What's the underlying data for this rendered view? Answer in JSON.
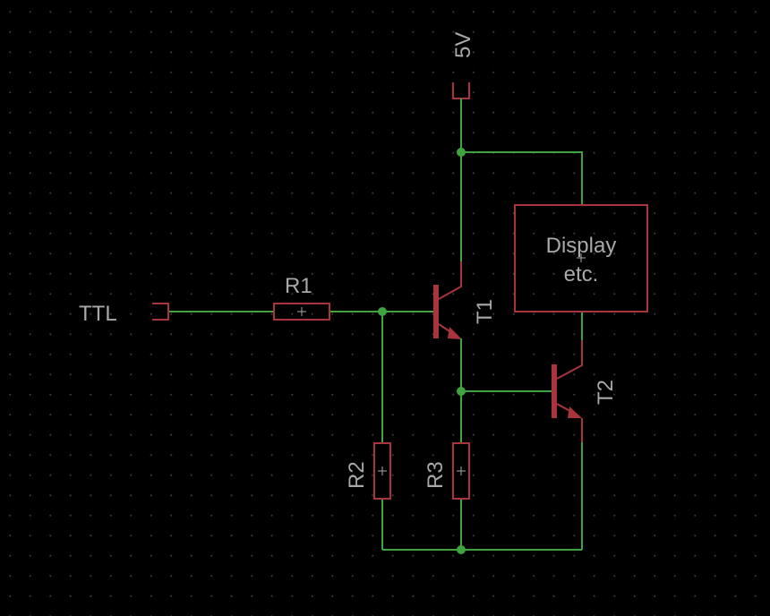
{
  "labels": {
    "supply": "5V",
    "input": "TTL",
    "r1": "R1",
    "r2": "R2",
    "r3": "R3",
    "t1": "T1",
    "t2": "T2",
    "load_line1": "Display",
    "load_line2": "etc."
  },
  "colors": {
    "background": "#000000",
    "wire": "#3fa33f",
    "component": "#a8343c",
    "text": "#a9a9a9",
    "grid_dot": "#3a3a3a"
  }
}
